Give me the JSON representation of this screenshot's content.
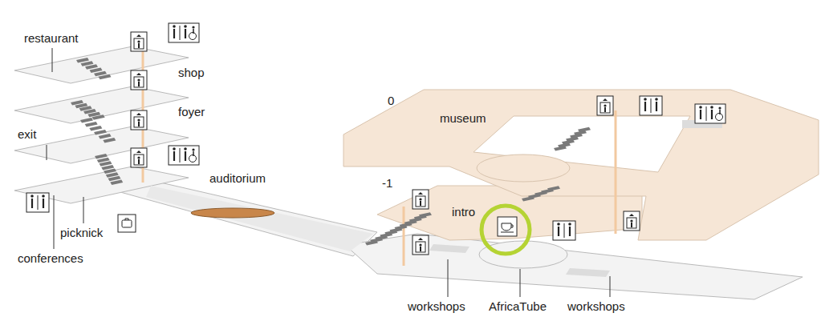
{
  "diagram": {
    "labels": [
      "restaurant",
      "shop",
      "foyer",
      "exit",
      "auditorium",
      "picknick",
      "conferences",
      "0",
      "museum",
      "-1",
      "intro",
      "workshops",
      "AfricaTube",
      "workshops"
    ]
  }
}
